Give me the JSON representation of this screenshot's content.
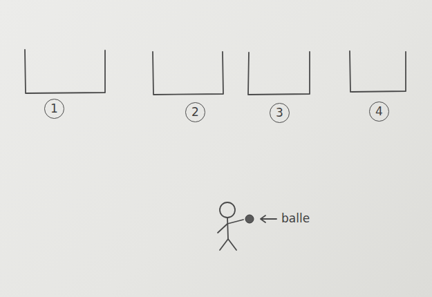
{
  "diagram": {
    "nodes": [
      {
        "text": [
          "1"
        ]
      },
      {
        "text": [
          "2"
        ]
      },
      {
        "text": [
          "3"
        ]
      },
      {
        "text": [
          "4"
        ]
      }
    ],
    "labels": [
      "balle"
    ]
  }
}
